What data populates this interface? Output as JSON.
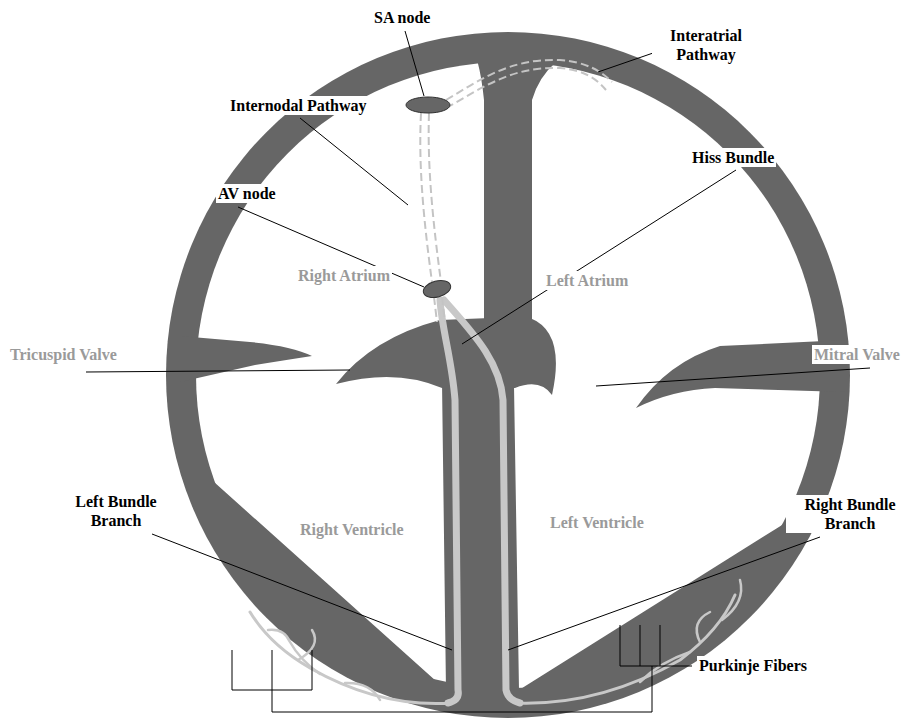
{
  "diagram": {
    "labels": [
      "SA node",
      "Interatrial Pathway",
      "Internodal Pathway",
      "Hiss Bundle",
      "AV node",
      "Right Atrium",
      "Left Atrium",
      "Tricuspid Valve",
      "Mitral Valve",
      "Left Bundle Branch",
      "Right Bundle Branch",
      "Right Ventricle",
      "Left Ventricle",
      "Purkinje Fibers"
    ]
  }
}
